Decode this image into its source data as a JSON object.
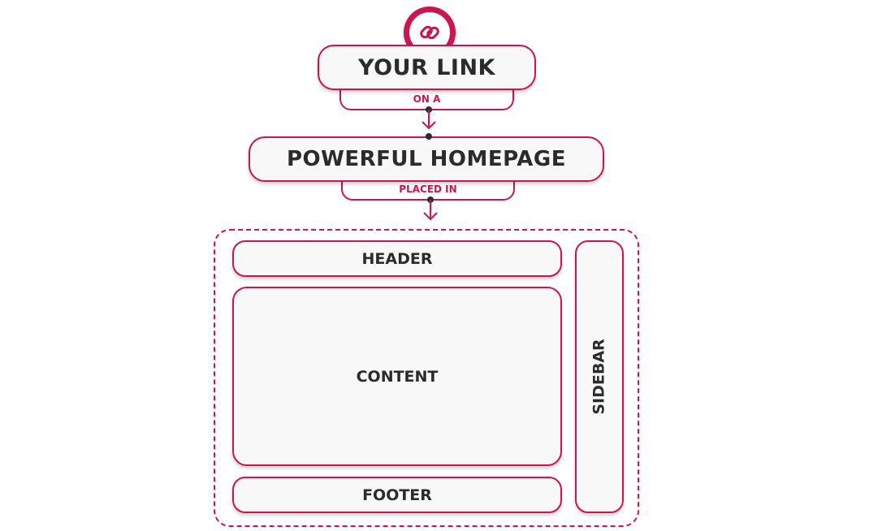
{
  "colors": {
    "accent": "#c8164f",
    "box_fill": "#f8f8f8",
    "text": "#2b2b2b"
  },
  "icon": {
    "name": "link-icon"
  },
  "nodes": {
    "link": "YOUR LINK",
    "connector_1": "ON A",
    "homepage": "POWERFUL HOMEPAGE",
    "connector_2": "PLACED IN"
  },
  "layout_sections": {
    "header": "HEADER",
    "content": "CONTENT",
    "footer": "FOOTER",
    "sidebar": "SIDEBAR"
  }
}
